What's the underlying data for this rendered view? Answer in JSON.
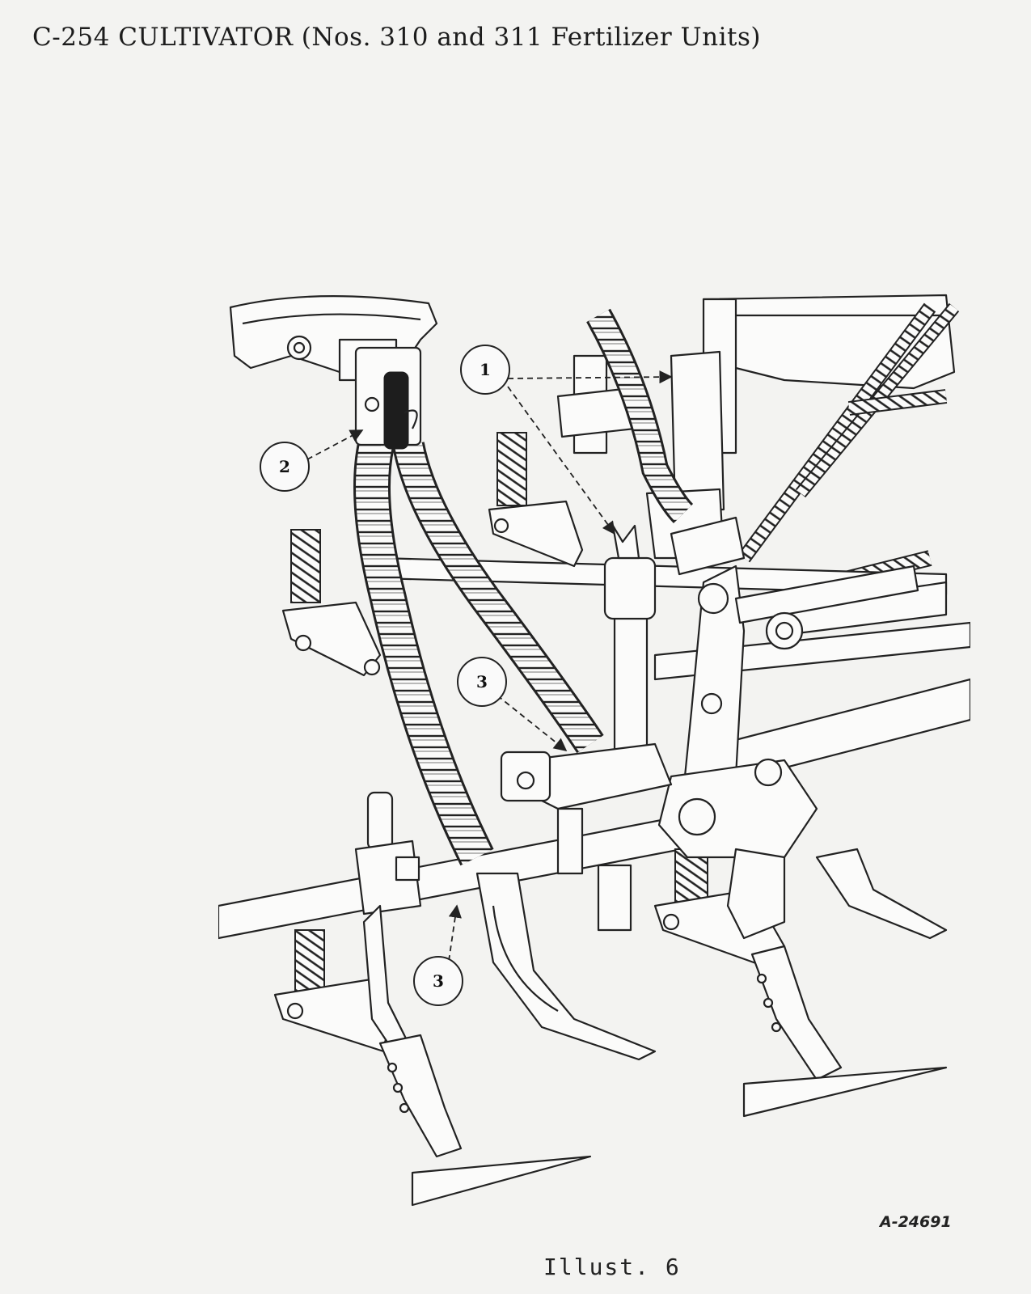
{
  "title": "C-254 CULTIVATOR (Nos. 310 and 311 Fertilizer Units)",
  "figure_code": "A-24691",
  "caption": "Illust. 6",
  "callouts": [
    {
      "label": "1"
    },
    {
      "label": "2"
    },
    {
      "label": "3"
    },
    {
      "label": "3"
    }
  ]
}
